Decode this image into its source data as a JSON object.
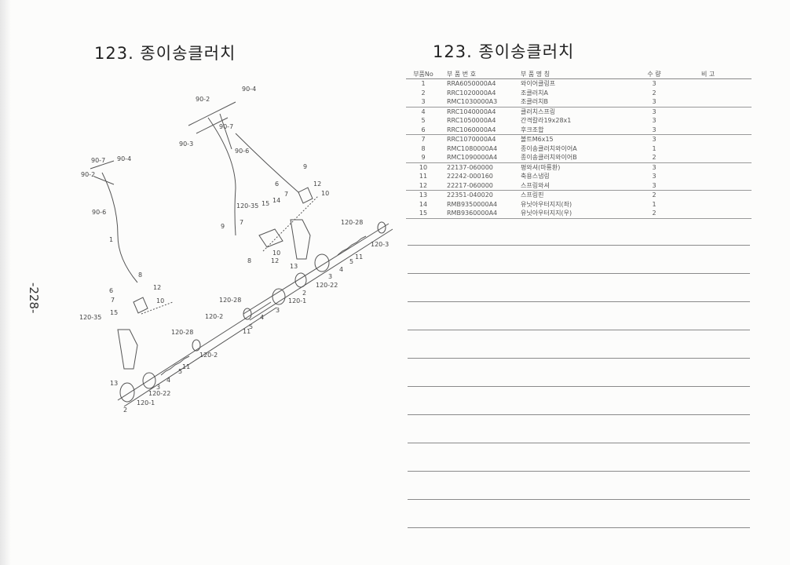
{
  "left_page": {
    "title": "123. 종이송클러치",
    "page_number": "-228-"
  },
  "right_page": {
    "title": "123. 종이송클러치",
    "table": {
      "headers": [
        "부품No",
        "부 품 번 호",
        "부 품 명 칭",
        "수 량",
        "비 고"
      ],
      "rows": [
        {
          "no": "1",
          "part_no": "RRA6050000A4",
          "name": "와이어클링프",
          "qty": "3",
          "note": ""
        },
        {
          "no": "2",
          "part_no": "RRC1020000A4",
          "name": "조클러치A",
          "qty": "2",
          "note": ""
        },
        {
          "no": "3",
          "part_no": "RMC1030000A3",
          "name": "조클러치B",
          "qty": "3",
          "note": ""
        },
        {
          "no": "4",
          "part_no": "RRC1040000A4",
          "name": "클러치스프링",
          "qty": "3",
          "note": ""
        },
        {
          "no": "5",
          "part_no": "RRC1050000A4",
          "name": "간격칼라19x28x1",
          "qty": "3",
          "note": ""
        },
        {
          "no": "6",
          "part_no": "RRC1060000A4",
          "name": "후크조합",
          "qty": "3",
          "note": ""
        },
        {
          "no": "7",
          "part_no": "RRC1070000A4",
          "name": "볼트M6x15",
          "qty": "3",
          "note": ""
        },
        {
          "no": "8",
          "part_no": "RMC1080000A4",
          "name": "종이송클러치와이어A",
          "qty": "1",
          "note": ""
        },
        {
          "no": "9",
          "part_no": "RMC1090000A4",
          "name": "종이송클러치와이어B",
          "qty": "2",
          "note": ""
        },
        {
          "no": "10",
          "part_no": "22137-060000",
          "name": "평와셔(마룡환)",
          "qty": "3",
          "note": ""
        },
        {
          "no": "11",
          "part_no": "22242-000160",
          "name": "축용스냅링",
          "qty": "3",
          "note": ""
        },
        {
          "no": "12",
          "part_no": "22217-060000",
          "name": "스프링와셔",
          "qty": "3",
          "note": ""
        },
        {
          "no": "13",
          "part_no": "22351-040020",
          "name": "스프링핀",
          "qty": "2",
          "note": ""
        },
        {
          "no": "14",
          "part_no": "RMB9350000A4",
          "name": "유닛아우터지지(좌)",
          "qty": "1",
          "note": ""
        },
        {
          "no": "15",
          "part_no": "RMB9360000A4",
          "name": "유닛아우터지지(우)",
          "qty": "2",
          "note": ""
        }
      ]
    }
  },
  "diagram": {
    "labels": [
      "90-4",
      "90-2",
      "90-7",
      "90-3",
      "90-6",
      "9",
      "6",
      "12",
      "10",
      "7",
      "120-35",
      "15",
      "14",
      "9",
      "7",
      "8",
      "10",
      "12",
      "120-28",
      "120-3",
      "13",
      "5",
      "11",
      "4",
      "3",
      "120-22",
      "2",
      "120-1",
      "120-28",
      "3",
      "4",
      "120-2",
      "11",
      "5",
      "90-7",
      "90-4",
      "90-2",
      "90-6",
      "1",
      "8",
      "6",
      "12",
      "7",
      "10",
      "120-35",
      "15",
      "120-28",
      "120-2",
      "11",
      "5",
      "4",
      "3",
      "13",
      "120-22",
      "120-1",
      "2"
    ]
  }
}
